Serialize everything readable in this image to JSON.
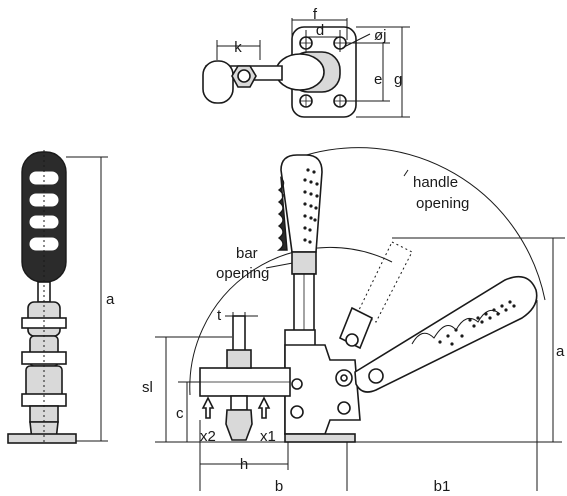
{
  "labels": {
    "f": "f",
    "d": "d",
    "oj": "øj",
    "k": "k",
    "e": "e",
    "g": "g",
    "a_side": "a",
    "a_main": "a",
    "handle_opening_1": "handle",
    "handle_opening_2": "opening",
    "bar_opening_1": "bar",
    "bar_opening_2": "opening",
    "t": "t",
    "sl": "sl",
    "c": "c",
    "x2": "x2",
    "x1": "x1",
    "h": "h",
    "b": "b",
    "b1": "b1"
  },
  "colors": {
    "line": "#1a1a1a",
    "grey": "#d9d9d9",
    "dark": "#2b2b2b"
  }
}
